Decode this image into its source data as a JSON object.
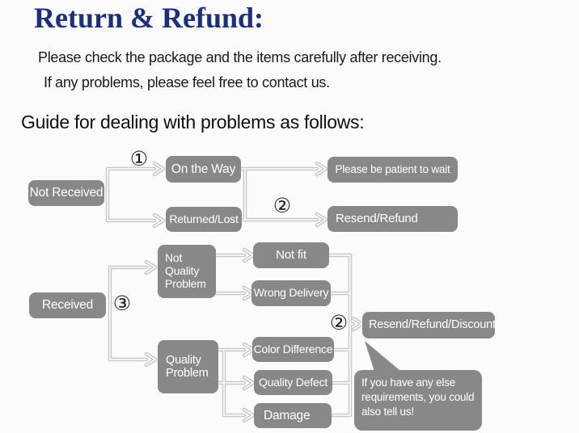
{
  "title": "Return & Refund:",
  "intro_line1": "Please check the package and the items carefully after receiving.",
  "intro_line2": "If any problems, please feel free to contact us.",
  "guide_heading": "Guide for dealing with problems as follows:",
  "markers": {
    "step1": "①",
    "step2_top": "②",
    "step3": "③",
    "step2_bottom": "②"
  },
  "nodes": {
    "not_received": "Not Received",
    "on_the_way": "On the Way",
    "returned_lost": "Returned/Lost",
    "be_patient": "Please be patient to wait",
    "resend_refund": "Resend/Refund",
    "received": "Received",
    "not_quality_problem": "Not Quality Problem",
    "not_fit": "Not fit",
    "wrong_delivery": "Wrong Delivery",
    "quality_problem": "Quality Problem",
    "color_difference": "Color Difference",
    "quality_defect": "Quality Defect",
    "damage": "Damage",
    "resend_refund_discount": "Resend/Refund/Discount"
  },
  "bubble_lines": [
    "If you have any else",
    "requirements, you could",
    "also tell us!"
  ],
  "colors": {
    "title": "#1b2f7d",
    "node_bg": "#888888",
    "node_text": "#ffffff",
    "connector": "#c8c8c8",
    "body_text": "#1a1a1a",
    "background": "#fbfbfb"
  }
}
